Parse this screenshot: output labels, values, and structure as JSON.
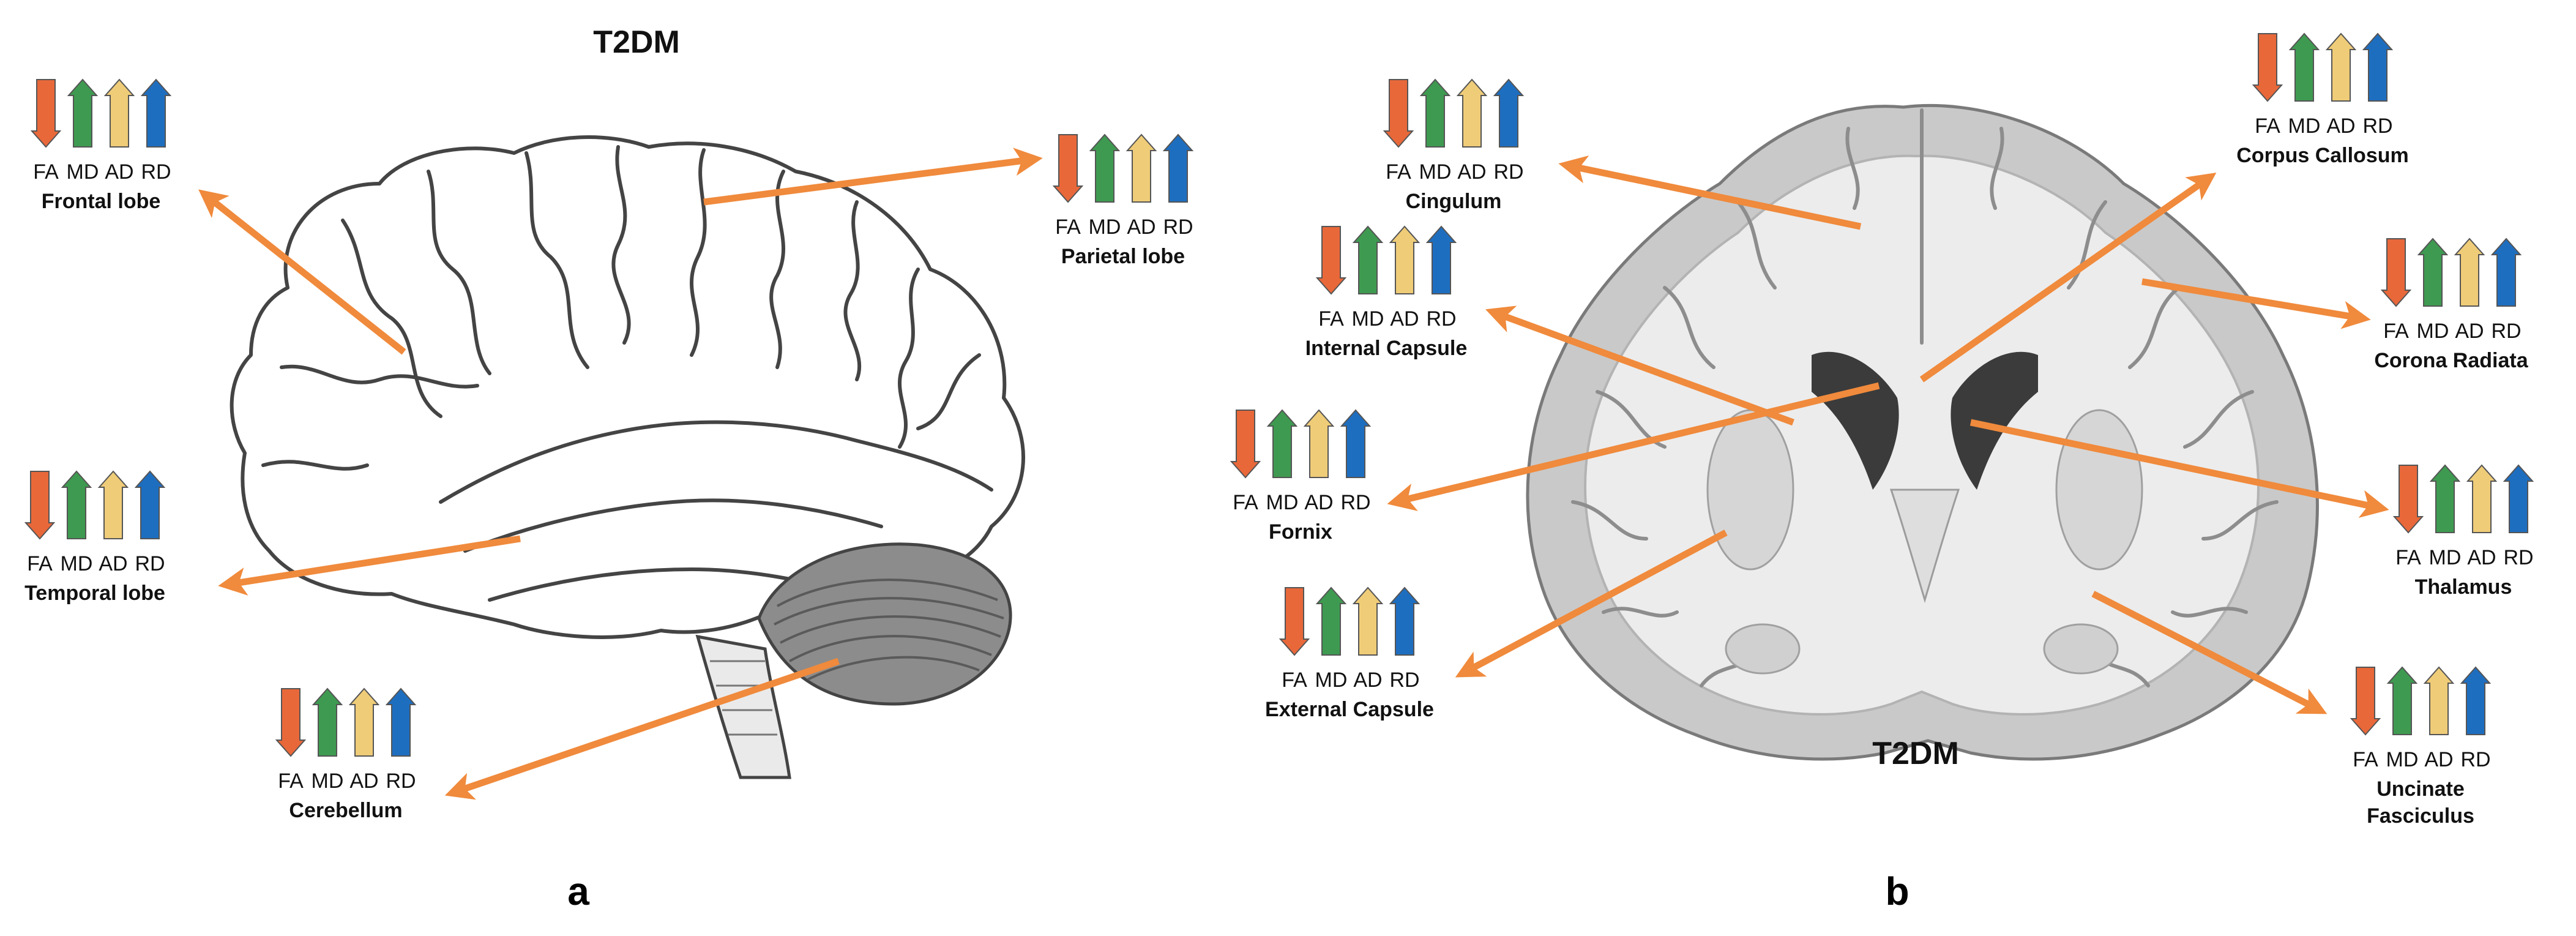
{
  "panels": {
    "a": {
      "title": "T2DM",
      "index_label": "a"
    },
    "b": {
      "title": "T2DM",
      "index_label": "b"
    }
  },
  "metrics": [
    "FA",
    "MD",
    "AD",
    "RD"
  ],
  "metric_colors": {
    "FA": "#E8683A",
    "MD": "#3E9A50",
    "AD": "#EFCC78",
    "RD": "#1E6EC0"
  },
  "metric_directions": {
    "FA": "down",
    "MD": "up",
    "AD": "up",
    "RD": "up"
  },
  "arrow_color": "#F08A3C",
  "regions_a": [
    {
      "name": "Frontal lobe"
    },
    {
      "name": "Parietal lobe"
    },
    {
      "name": "Temporal lobe"
    },
    {
      "name": "Cerebellum"
    }
  ],
  "regions_b": [
    {
      "name": "Cingulum"
    },
    {
      "name": "Corpus Callosum"
    },
    {
      "name": "Internal Capsule"
    },
    {
      "name": "Corona Radiata"
    },
    {
      "name": "Fornix"
    },
    {
      "name": "Thalamus"
    },
    {
      "name": "External Capsule"
    },
    {
      "name": "Uncinate Fasciculus"
    }
  ]
}
